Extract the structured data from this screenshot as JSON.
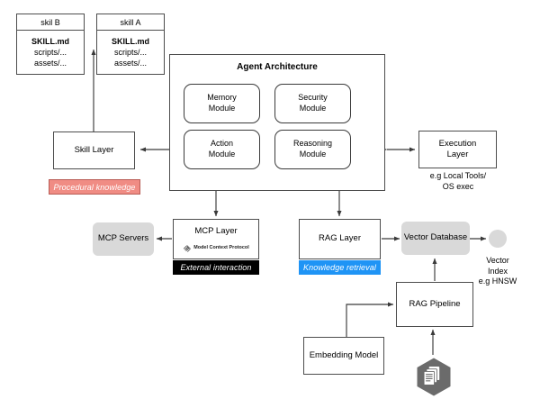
{
  "diagram": {
    "title": "Agent Architecture",
    "skill_cards": [
      {
        "name": "skil B",
        "file": "SKILL.md",
        "line2": "scripts/...",
        "line3": "assets/..."
      },
      {
        "name": "skill A",
        "file": "SKILL.md",
        "line2": "scripts/...",
        "line3": "assets/..."
      }
    ],
    "agent": {
      "title": "Agent Architecture",
      "modules": [
        {
          "line1": "Memory",
          "line2": "Module"
        },
        {
          "line1": "Security",
          "line2": "Module"
        },
        {
          "line1": "Action",
          "line2": "Module"
        },
        {
          "line1": "Reasoning",
          "line2": "Module"
        }
      ]
    },
    "skill_layer": {
      "label": "Skill Layer"
    },
    "execution_layer": {
      "label_line1": "Execution",
      "label_line2": "Layer",
      "caption_line1": "e.g Local Tools/",
      "caption_line2": "OS exec"
    },
    "mcp_servers": {
      "label": "MCP Servers"
    },
    "mcp_layer": {
      "label": "MCP Layer",
      "brand": "Model Context Protocol"
    },
    "rag_layer": {
      "label": "RAG Layer"
    },
    "vector_database": {
      "label": "Vector Database"
    },
    "vector_index": {
      "caption_line1": "Vector",
      "caption_line2": "Index",
      "caption_line3": "e.g HNSW"
    },
    "rag_pipeline": {
      "label": "RAG Pipeline"
    },
    "embedding_model": {
      "label": "Embedding Model"
    },
    "badges": {
      "procedural": "Procedural knowledge",
      "external": "External interaction",
      "knowledge": "Knowledge retrieval"
    },
    "icons": {
      "mcp_logo": "mcp-logo-icon",
      "documents": "documents-hexagon-icon",
      "vector_index_node": "vector-index-circle-icon"
    },
    "colors": {
      "procedural_badge": "#f08c84",
      "external_badge": "#000000",
      "knowledge_badge": "#1f94f5",
      "gray_fill": "#d9d9d9",
      "stroke": "#4d4d4d",
      "hex_icon": "#666666"
    }
  }
}
